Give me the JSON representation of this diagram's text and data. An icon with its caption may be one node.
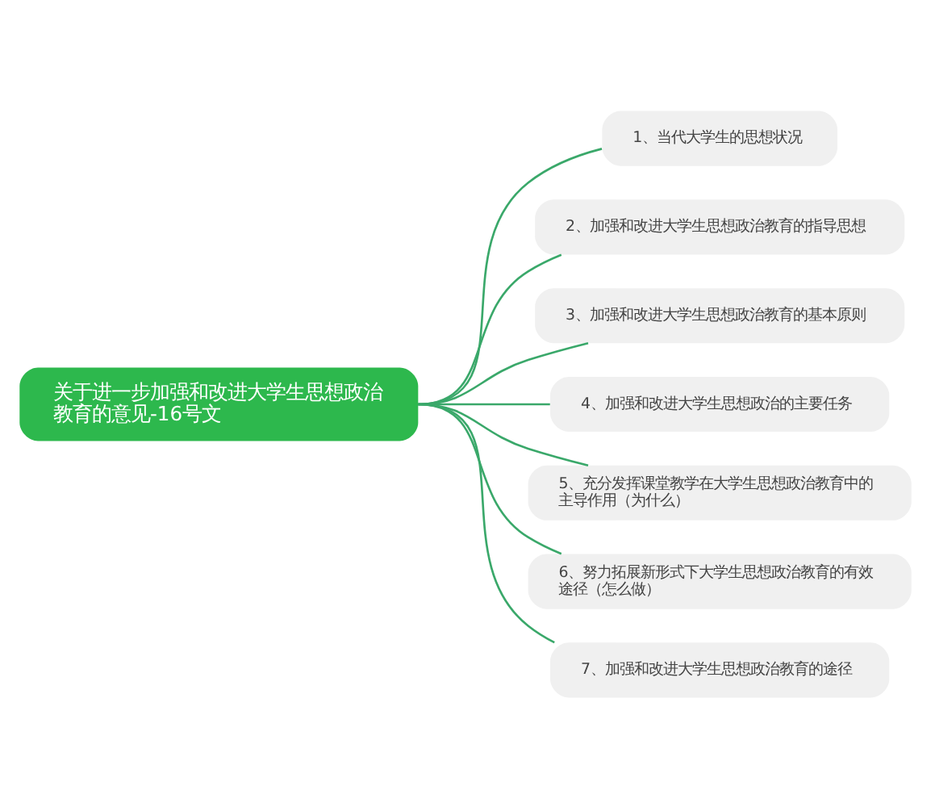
{
  "diagram": {
    "nodes": [
      {
        "text": [
          "关于进一步加强和改进大学生思想政治教育的意见-16号文"
        ]
      },
      {
        "text": [
          "1、当代大学生的思想状况"
        ]
      },
      {
        "text": [
          "2、加强和改进大学生思想政治教育的指导思想"
        ]
      },
      {
        "text": [
          "3、加强和改进大学生思想政治教育的基本原则"
        ]
      },
      {
        "text": [
          "4、加强和改进大学生思想政治的主要任务"
        ]
      },
      {
        "text": [
          "5、充分发挥课堂教学在大学生思想政治教育中的主导作用（为什么）"
        ]
      },
      {
        "text": [
          "6、努力拓展新形式下大学生思想政治教育的有效途径（怎么做）"
        ]
      },
      {
        "text": [
          "7、加强和改进大学生思想政治教育的途径"
        ]
      }
    ],
    "edges": [
      {
        "from": 0,
        "to": 1,
        "arrow": "none"
      },
      {
        "from": 0,
        "to": 2,
        "arrow": "none"
      },
      {
        "from": 0,
        "to": 3,
        "arrow": "none"
      },
      {
        "from": 0,
        "to": 4,
        "arrow": "none"
      },
      {
        "from": 0,
        "to": 5,
        "arrow": "none"
      },
      {
        "from": 0,
        "to": 6,
        "arrow": "none"
      },
      {
        "from": 0,
        "to": 7,
        "arrow": "none"
      }
    ]
  }
}
